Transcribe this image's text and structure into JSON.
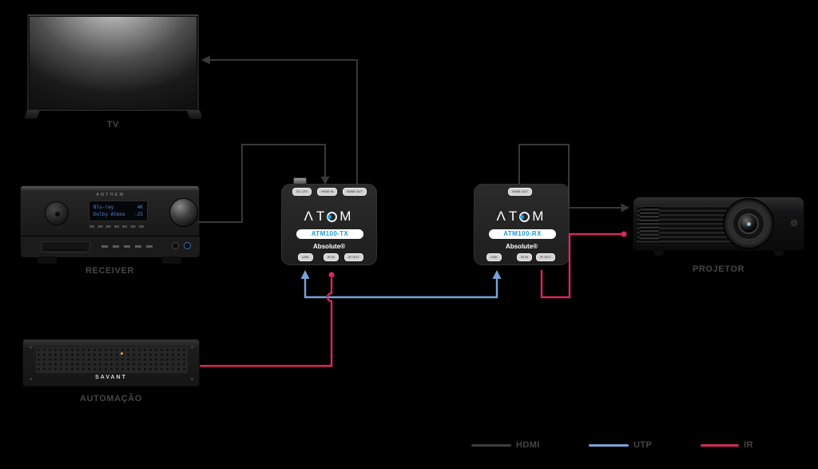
{
  "devices": {
    "tv": {
      "label": "TV"
    },
    "receiver": {
      "label": "RECEIVER",
      "brand": "ANTHEM",
      "display": {
        "line1_left": "Blu-ray",
        "line1_right": "4K",
        "line2_left": "Dolby Atmos",
        "line2_right": "-25"
      }
    },
    "automation": {
      "label": "AUTOMAÇÃO",
      "brand": "SAVANT"
    },
    "tx": {
      "brand": "ATOM",
      "brand_left": "ΛT",
      "brand_right": "M",
      "model": "ATM100-TX",
      "maker": "Absolute®",
      "ports_top": [
        "DC 12V",
        "HDMI IN",
        "HDMI OUT"
      ],
      "ports_bottom": [
        "LINK",
        "IR IN",
        "IR OUT"
      ]
    },
    "rx": {
      "brand": "ATOM",
      "brand_left": "ΛT",
      "brand_right": "M",
      "model": "ATM100-RX",
      "maker": "Absolute®",
      "ports_top": [
        "HDMI OUT"
      ],
      "ports_bottom": [
        "LINK",
        "IR IN",
        "IR OUT"
      ]
    },
    "projector": {
      "label": "PROJETOR"
    }
  },
  "legend": {
    "items": [
      {
        "label": "HDMI",
        "color": "#3d3d3d"
      },
      {
        "label": "UTP",
        "color": "#7aa3d6"
      },
      {
        "label": "IR",
        "color": "#d62a5c"
      }
    ]
  },
  "colors": {
    "background": "#000000",
    "hdmi_wire": "#383838",
    "utp_wire": "#7aa3d6",
    "ir_wire": "#d62a5c",
    "atom_model_blue": "#1b9dd9",
    "label_text": "#464646"
  }
}
